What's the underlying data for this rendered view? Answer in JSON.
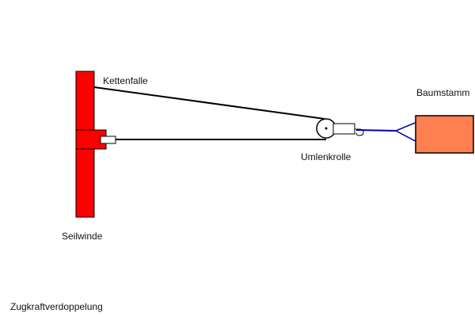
{
  "labels": {
    "kettenfalle": "Kettenfalle",
    "baumstamm": "Baumstamm",
    "umlenkrolle": "Umlenkrolle",
    "seilwinde": "Seilwinde",
    "caption": "Zugkraftverdoppelung"
  },
  "colors": {
    "winch_post": "#ff0000",
    "log": "#ff7f50",
    "rope": "#000000",
    "chain": "#0000aa",
    "outline": "#000000"
  }
}
